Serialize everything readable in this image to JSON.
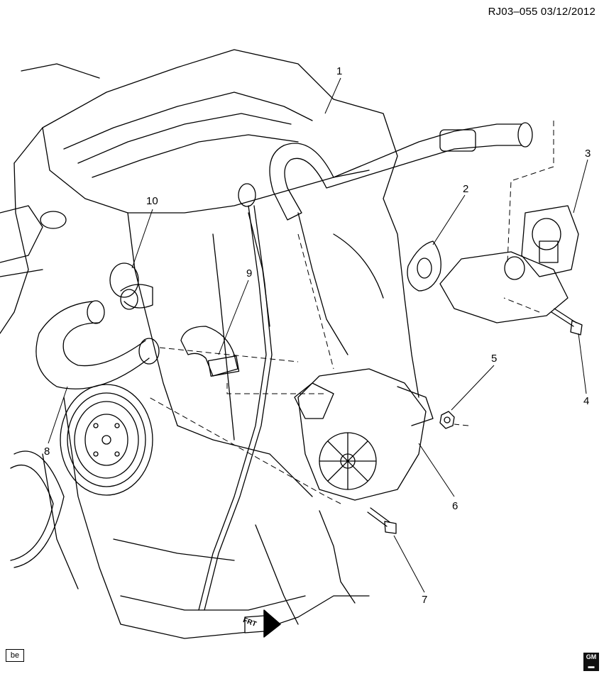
{
  "header": {
    "code_date": "RJ03–055  03/12/2012"
  },
  "callouts": [
    "1",
    "2",
    "3",
    "4",
    "5",
    "6",
    "7",
    "8",
    "9",
    "10"
  ],
  "front_marker": "FRT",
  "corner_tag": "be",
  "logo": "GM"
}
